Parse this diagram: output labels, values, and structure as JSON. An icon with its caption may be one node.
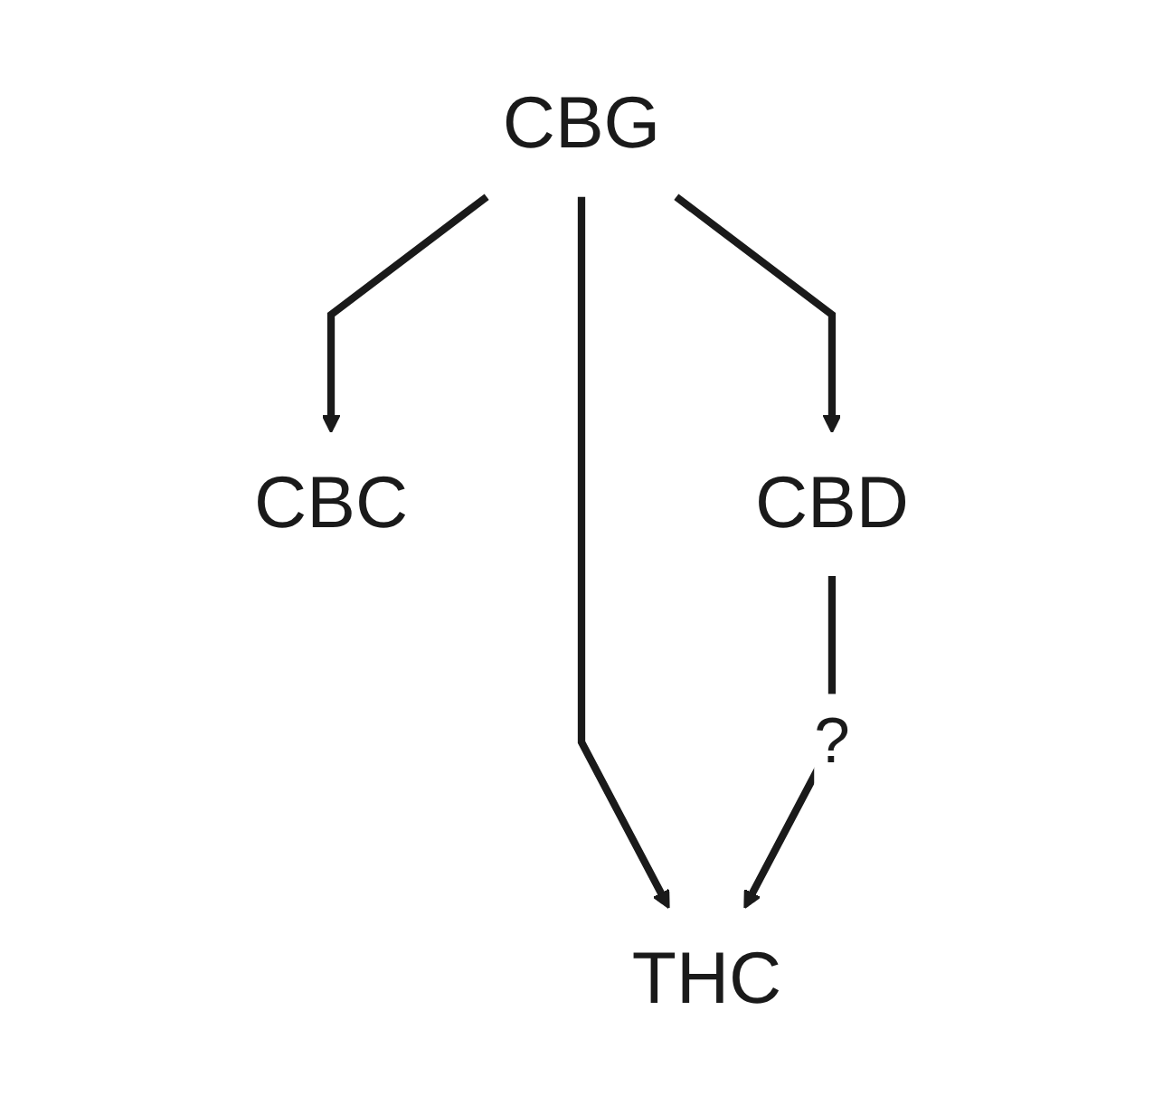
{
  "diagram": {
    "nodes": [
      {
        "text": [
          "CBG"
        ]
      },
      {
        "text": [
          "CBC"
        ]
      },
      {
        "text": [
          "CBD"
        ]
      },
      {
        "text": [
          "THC"
        ]
      }
    ],
    "edges": [
      {
        "from": 0,
        "to": 1,
        "arrow": "to"
      },
      {
        "from": 0,
        "to": 3,
        "arrow": "to"
      },
      {
        "from": 0,
        "to": 2,
        "arrow": "to"
      },
      {
        "from": 2,
        "to": 3,
        "arrow": "to",
        "label": "?"
      }
    ]
  }
}
